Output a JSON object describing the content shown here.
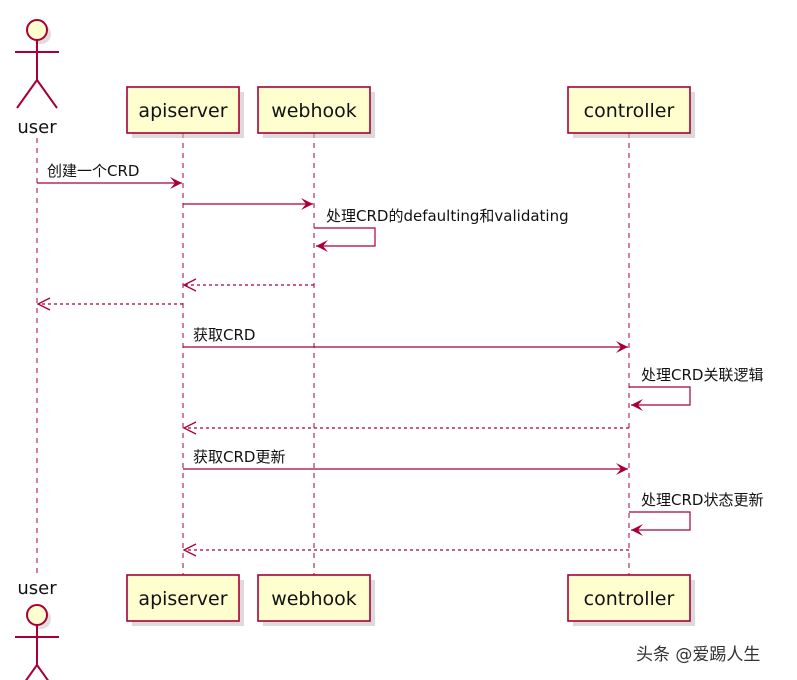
{
  "participants": [
    {
      "id": "user",
      "label": "user",
      "kind": "actor"
    },
    {
      "id": "apiserver",
      "label": "apiserver",
      "kind": "participant"
    },
    {
      "id": "webhook",
      "label": "webhook",
      "kind": "participant"
    },
    {
      "id": "controller",
      "label": "controller",
      "kind": "participant"
    }
  ],
  "messages": [
    {
      "from": "user",
      "to": "apiserver",
      "label": "创建一个CRD",
      "style": "solid"
    },
    {
      "from": "apiserver",
      "to": "webhook",
      "label": "",
      "style": "solid"
    },
    {
      "from": "webhook",
      "to": "webhook",
      "label": "处理CRD的defaulting和validating",
      "style": "solid"
    },
    {
      "from": "webhook",
      "to": "apiserver",
      "label": "",
      "style": "dashed"
    },
    {
      "from": "apiserver",
      "to": "user",
      "label": "",
      "style": "dashed"
    },
    {
      "from": "apiserver",
      "to": "controller",
      "label": "获取CRD",
      "style": "solid"
    },
    {
      "from": "controller",
      "to": "controller",
      "label": "处理CRD关联逻辑",
      "style": "solid"
    },
    {
      "from": "controller",
      "to": "apiserver",
      "label": "",
      "style": "dashed"
    },
    {
      "from": "apiserver",
      "to": "controller",
      "label": "获取CRD更新",
      "style": "solid"
    },
    {
      "from": "controller",
      "to": "controller",
      "label": "处理CRD状态更新",
      "style": "solid"
    },
    {
      "from": "controller",
      "to": "apiserver",
      "label": "",
      "style": "dashed"
    }
  ],
  "watermark": "头条 @爱踢人生",
  "colors": {
    "border": "#A80036",
    "box_fill": "#FEFECE",
    "text": "#111111"
  }
}
